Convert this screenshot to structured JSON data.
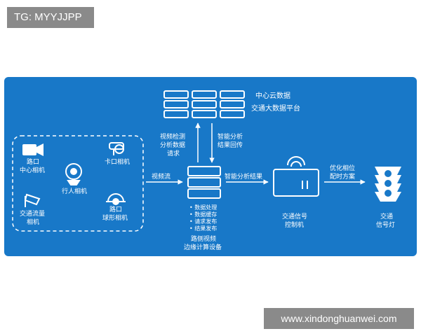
{
  "watermarks": {
    "top": "TG: MYYJJPP",
    "bottom": "www.xindonghuanwei.com"
  },
  "cloud": {
    "line1": "中心云数据",
    "line2": "交通大数据平台"
  },
  "edge_to_cloud": {
    "line1": "视频检测",
    "line2": "分析数据",
    "line3": "请求"
  },
  "cloud_to_edge": {
    "line1": "智能分析",
    "line2": "结果回传"
  },
  "cameras": {
    "intersection_center": {
      "line1": "路口",
      "line2": "中心相机"
    },
    "checkpoint": "卡口相机",
    "pedestrian": "行人相机",
    "traffic_flow": {
      "line1": "交通流量",
      "line2": "相机"
    },
    "dome": {
      "line1": "路口",
      "line2": "球形相机"
    }
  },
  "video_stream": "视频流",
  "edge_device": {
    "features": [
      "• 数据处理",
      "• 数据缓存",
      "• 请求发布",
      "• 结果发布"
    ],
    "line1": "路侧视频",
    "line2": "边缘计算设备"
  },
  "analysis_result": "智能分析结果",
  "controller": {
    "line1": "交通信号",
    "line2": "控制机"
  },
  "optimize": {
    "line1": "优化相位",
    "line2": "配时方案"
  },
  "signal_light": {
    "line1": "交通",
    "line2": "信号灯"
  }
}
